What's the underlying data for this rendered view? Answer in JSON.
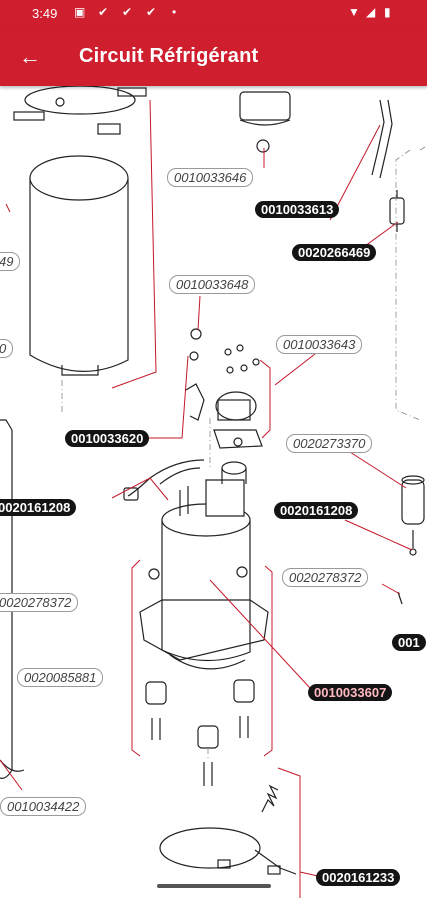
{
  "status_bar": {
    "time": "3:49",
    "icons": [
      "notification-a-icon",
      "check-icon",
      "check-icon",
      "check-icon",
      "dot-icon",
      "wifi-icon",
      "signal-icon",
      "battery-icon"
    ]
  },
  "app_bar": {
    "title": "Circuit Réfrigérant",
    "back_icon": "arrow-left-icon",
    "color": "#cf1e2e"
  },
  "part_labels": [
    {
      "id": "0010033646",
      "style": "outline"
    },
    {
      "id": "0010033613",
      "style": "solid"
    },
    {
      "id": "0020266469",
      "style": "solid"
    },
    {
      "id": "0010033648",
      "style": "outline"
    },
    {
      "id": "0010033643",
      "style": "outline"
    },
    {
      "id": "0010033620",
      "style": "solid"
    },
    {
      "id": "0020273370",
      "style": "outline"
    },
    {
      "id": "0020161208",
      "style": "solid"
    },
    {
      "id": "0020161208",
      "style": "solid"
    },
    {
      "id": "0020278372",
      "style": "outline"
    },
    {
      "id": "0020278372",
      "style": "outline"
    },
    {
      "id": "0020085881",
      "style": "outline"
    },
    {
      "id": "0010033607",
      "style": "highlight"
    },
    {
      "id": "0010034422",
      "style": "outline"
    },
    {
      "id": "0020161233",
      "style": "solid"
    },
    {
      "id": "49",
      "style": "outline"
    },
    {
      "id": "0",
      "style": "outline"
    },
    {
      "id": "001",
      "style": "solid"
    }
  ],
  "colors": {
    "accent": "#cf1e2e",
    "label_dark": "#141414",
    "highlight_text": "#ffb9c0"
  }
}
